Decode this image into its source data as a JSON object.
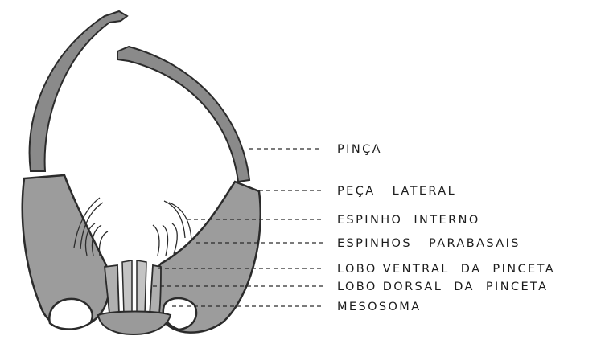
{
  "diagram": {
    "labels": [
      {
        "id": "pinca",
        "text": "PINÇA"
      },
      {
        "id": "peca-lateral",
        "text": "PEÇA   LATERAL"
      },
      {
        "id": "espinho-interno",
        "text": "ESPINHO  INTERNO"
      },
      {
        "id": "espinhos-parabasais",
        "text": "ESPINHOS   PARABASAIS"
      },
      {
        "id": "lobo-ventral",
        "text": "LOBO VENTRAL  DA  PINCETA"
      },
      {
        "id": "lobo-dorsal",
        "text": "LOBO DORSAL  DA  PINCETA"
      },
      {
        "id": "mesosoma",
        "text": "MESOSOMA"
      }
    ]
  }
}
